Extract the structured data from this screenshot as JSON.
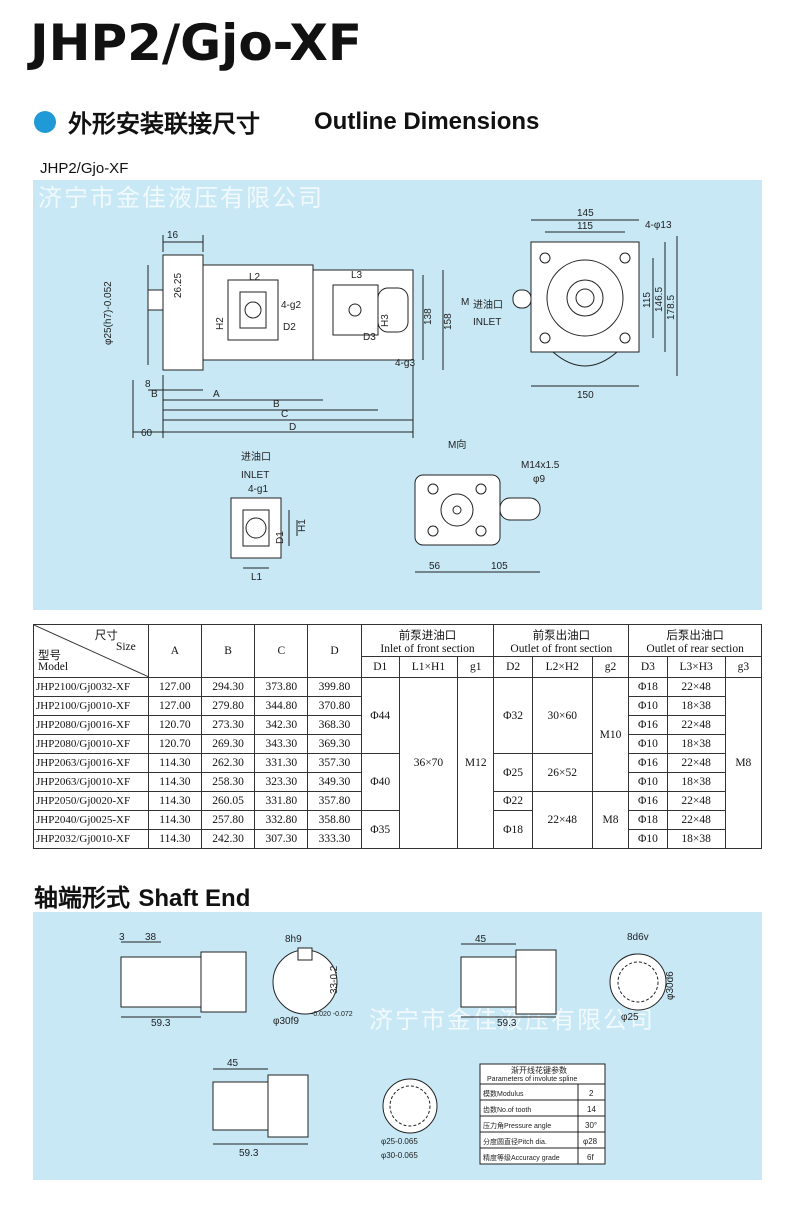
{
  "title": "JHP2/Gjo-XF",
  "section": {
    "cn": "外形安装联接尺寸",
    "en": "Outline Dimensions"
  },
  "drawing": {
    "subtitle": "JHP2/Gjo-XF",
    "watermark": "济宁市金佳液压有限公司",
    "dims": {
      "d16": "16",
      "d2625": "26.25",
      "l2": "L2",
      "h2": "H2",
      "d2": "D2",
      "g2": "4-g2",
      "h3": "H3",
      "l3": "L3",
      "d3": "D3",
      "g3": "4-g3",
      "d138": "138",
      "d158": "158",
      "m": "M",
      "inlet_cn": "进油口",
      "inlet": "INLET",
      "a": "A",
      "b": "B",
      "bb": "B",
      "c": "C",
      "d": "D",
      "d60": "60",
      "d8": "8",
      "shaft_d": "φ25(h7)-0.052",
      "d145": "145",
      "d115": "115",
      "d4phi13": "4-φ13",
      "d115v": "115",
      "d1465": "146.5",
      "d1785": "178.5",
      "d150": "150",
      "ml": "M向",
      "l1": "L1",
      "h1": "H1",
      "d1": "D1",
      "g1": "4-g1",
      "m14": "M14x1.5",
      "phi9": "φ9",
      "d56": "56",
      "d105": "105"
    }
  },
  "table": {
    "head": {
      "size_cn": "尺寸",
      "size": "Size",
      "model_cn": "型号",
      "model": "Model",
      "a": "A",
      "b": "B",
      "c": "C",
      "d": "D",
      "front_in_cn": "前泵进油口",
      "front_in": "Inlet of front section",
      "front_out_cn": "前泵出油口",
      "front_out": "Outlet of front section",
      "rear_out_cn": "后泵出油口",
      "rear_out": "Outlet of rear section",
      "d1": "D1",
      "l1h1": "L1×H1",
      "g1": "g1",
      "d2": "D2",
      "l2h2": "L2×H2",
      "g2": "g2",
      "d3": "D3",
      "l3h3": "L3×H3",
      "g3": "g3"
    },
    "rows": [
      [
        "JHP2100/Gj0032-XF",
        "127.00",
        "294.30",
        "373.80",
        "399.80",
        "Φ18",
        "22×48"
      ],
      [
        "JHP2100/Gj0010-XF",
        "127.00",
        "279.80",
        "344.80",
        "370.80",
        "Φ10",
        "18×38"
      ],
      [
        "JHP2080/Gj0016-XF",
        "120.70",
        "273.30",
        "342.30",
        "368.30",
        "Φ16",
        "22×48"
      ],
      [
        "JHP2080/Gj0010-XF",
        "120.70",
        "269.30",
        "343.30",
        "369.30",
        "Φ10",
        "18×38"
      ],
      [
        "JHP2063/Gj0016-XF",
        "114.30",
        "262.30",
        "331.30",
        "357.30",
        "Φ16",
        "22×48"
      ],
      [
        "JHP2063/Gj0010-XF",
        "114.30",
        "258.30",
        "323.30",
        "349.30",
        "Φ10",
        "18×38"
      ],
      [
        "JHP2050/Gj0020-XF",
        "114.30",
        "260.05",
        "331.80",
        "357.80",
        "Φ16",
        "22×48"
      ],
      [
        "JHP2040/Gj0025-XF",
        "114.30",
        "257.80",
        "332.80",
        "358.80",
        "Φ18",
        "22×48"
      ],
      [
        "JHP2032/Gj0010-XF",
        "114.30",
        "242.30",
        "307.30",
        "333.30",
        "Φ10",
        "18×38"
      ]
    ],
    "merged": {
      "d1_a": "Φ44",
      "d1_b": "Φ40",
      "d1_c": "Φ35",
      "l1h1": "36×70",
      "g1": "M12",
      "d2_a": "Φ32",
      "d2_b": "Φ25",
      "d2_c": "Φ22",
      "d2_d": "Φ18",
      "l2h2_a": "30×60",
      "l2h2_b": "26×52",
      "l2h2_c": "22×48",
      "g2_a": "M10",
      "g2_b": "M8",
      "g3": "M8"
    }
  },
  "shaft": {
    "title_cn": "轴端形式",
    "title_en": "Shaft  End",
    "watermark": "济宁市金佳液压有限公司",
    "s1": {
      "d3": "3",
      "d38": "38",
      "d593": "59.3",
      "key": "8h9",
      "d33": "33-0.2",
      "dia": "φ30f9",
      "tol": "-0.020 -0.072"
    },
    "s2": {
      "d45": "45",
      "d593": "59.3",
      "spline": "8d6v",
      "dia": "φ30d6",
      "small": "φ25"
    },
    "s3": {
      "d45": "45",
      "d593": "59.3",
      "d25": "φ25-0.065",
      "d30": "φ30-0.065"
    },
    "params": {
      "title_cn": "渐开线花键参数",
      "title_en": "Parameters of involute spline",
      "rows": [
        [
          "模数Modulus",
          "2"
        ],
        [
          "齿数No.of tooth",
          "14"
        ],
        [
          "压力角Pressure angle",
          "30°"
        ],
        [
          "分度圆直径Pitch dia.",
          "φ28"
        ],
        [
          "精度等级Accuracy grade",
          "6f"
        ]
      ]
    }
  },
  "colors": {
    "panel": "#c8e8f6",
    "accent": "#1f9ad6",
    "line": "#222222"
  }
}
